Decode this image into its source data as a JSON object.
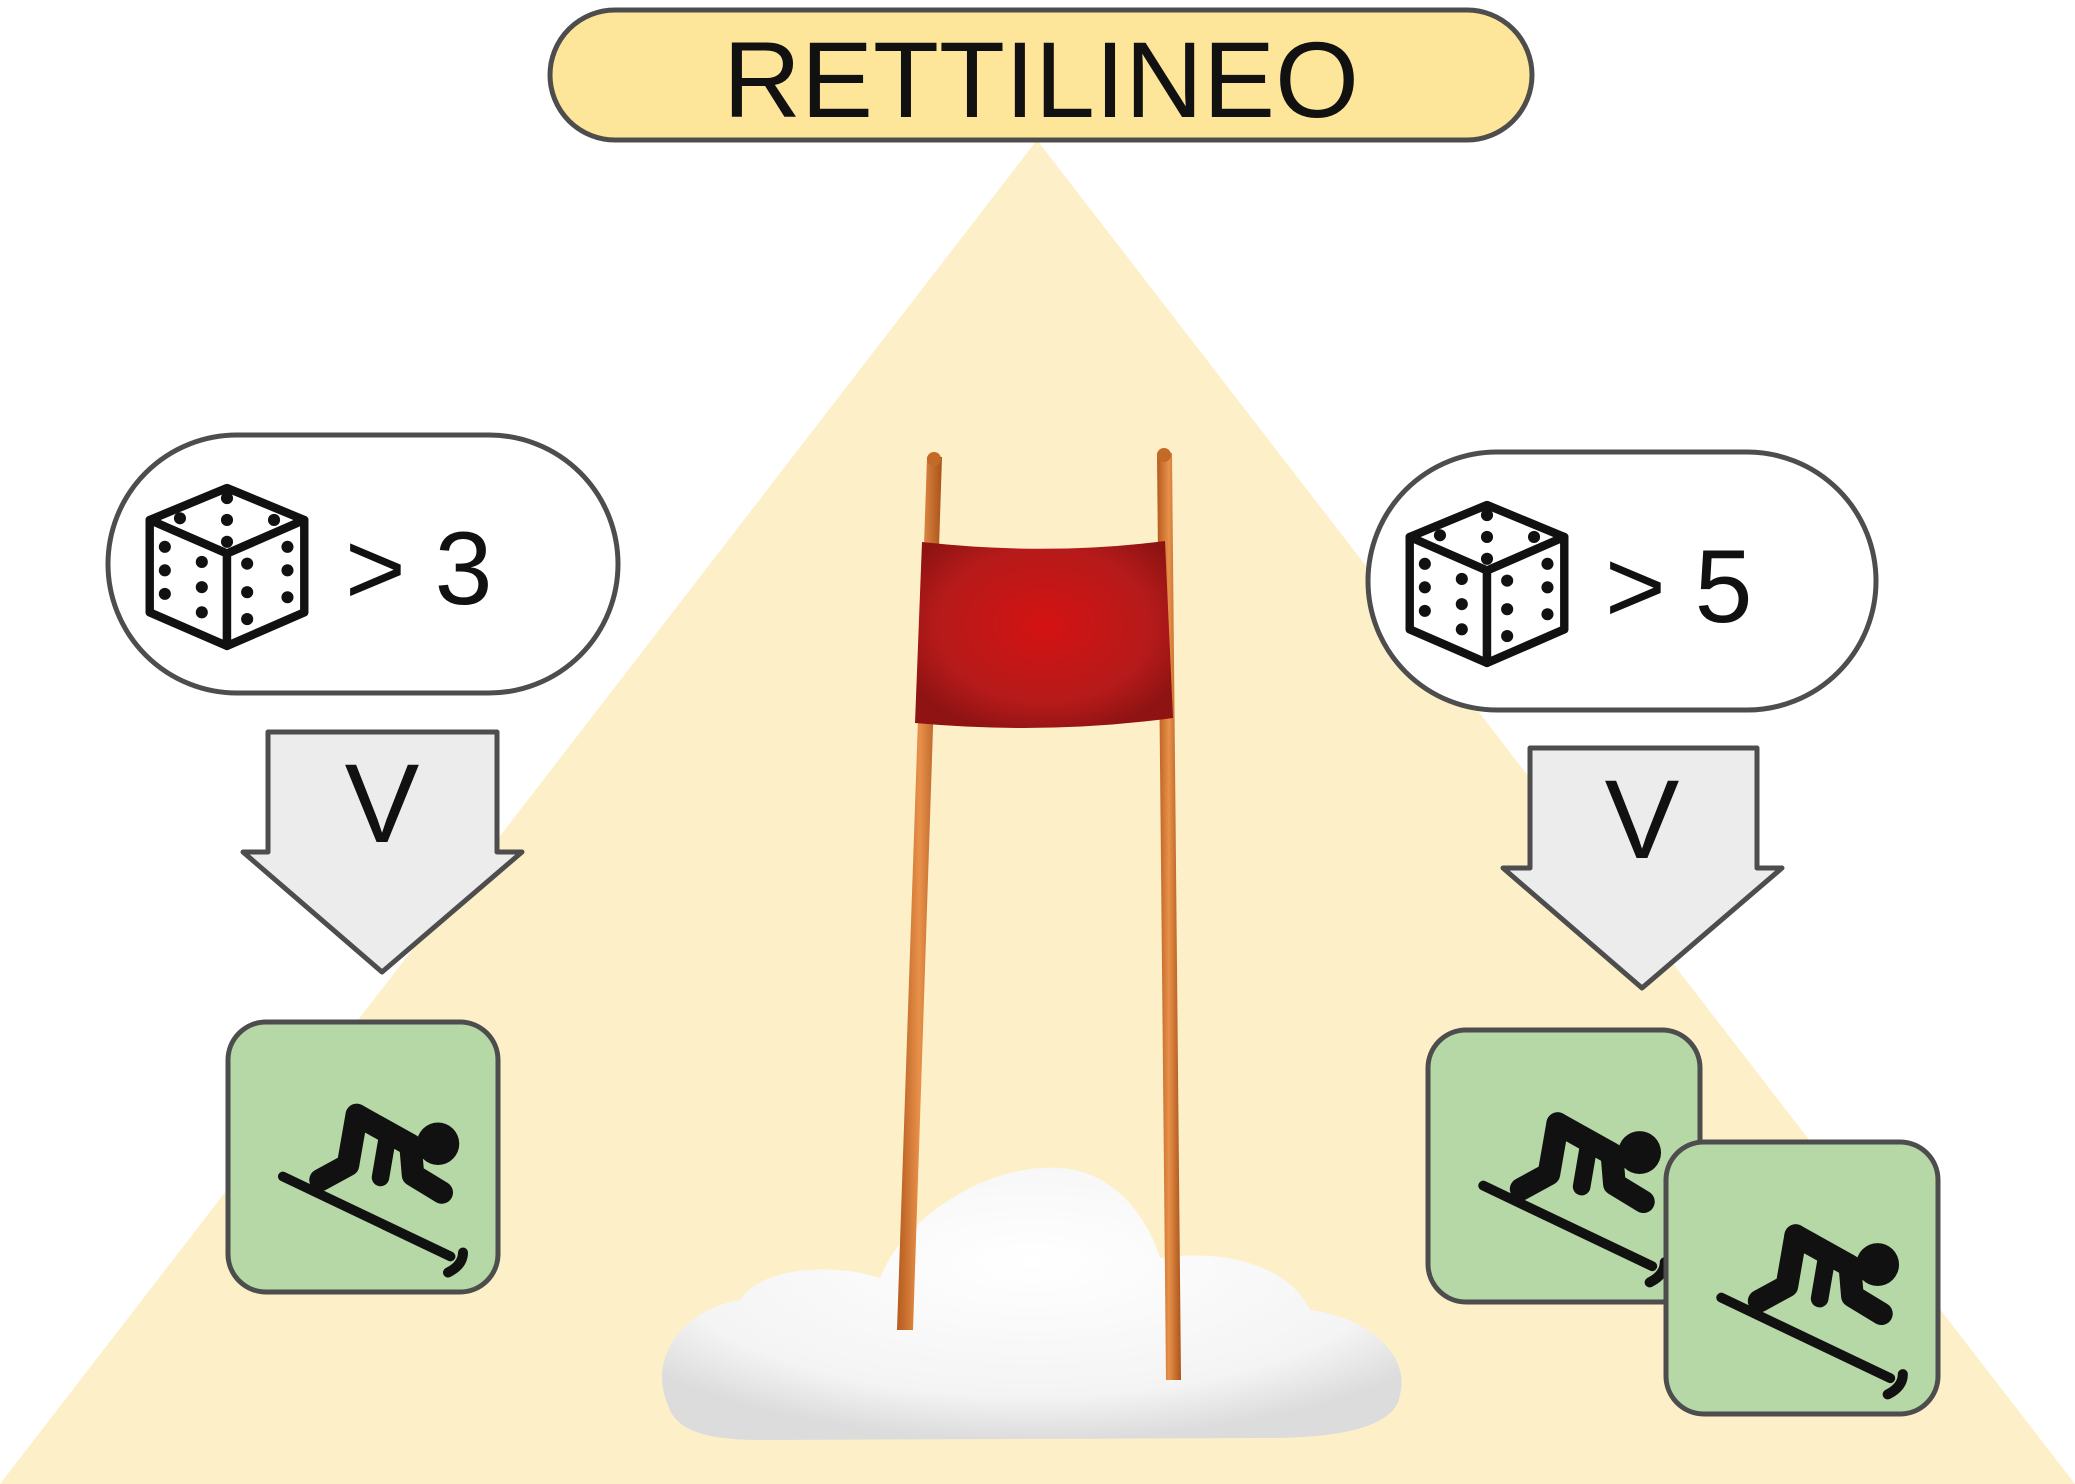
{
  "card": {
    "title": "RETTILINEO",
    "colors": {
      "triangle": "#fdf0c8",
      "title_fill": "#fde69a",
      "outline": "#4d4d4d",
      "arrow_fill": "#ececec",
      "skier_tile": "#b6d8a6",
      "flag": "#c41818",
      "pole": "#d9792e"
    },
    "icons": {
      "dice": "dice-icon",
      "skier": "skier-icon",
      "gate": "slalom-gate-icon"
    }
  },
  "rules": [
    {
      "condition": "> 3",
      "arrow_label": "V",
      "skier_count": 1
    },
    {
      "condition": "> 5",
      "arrow_label": "V",
      "skier_count": 2
    }
  ]
}
